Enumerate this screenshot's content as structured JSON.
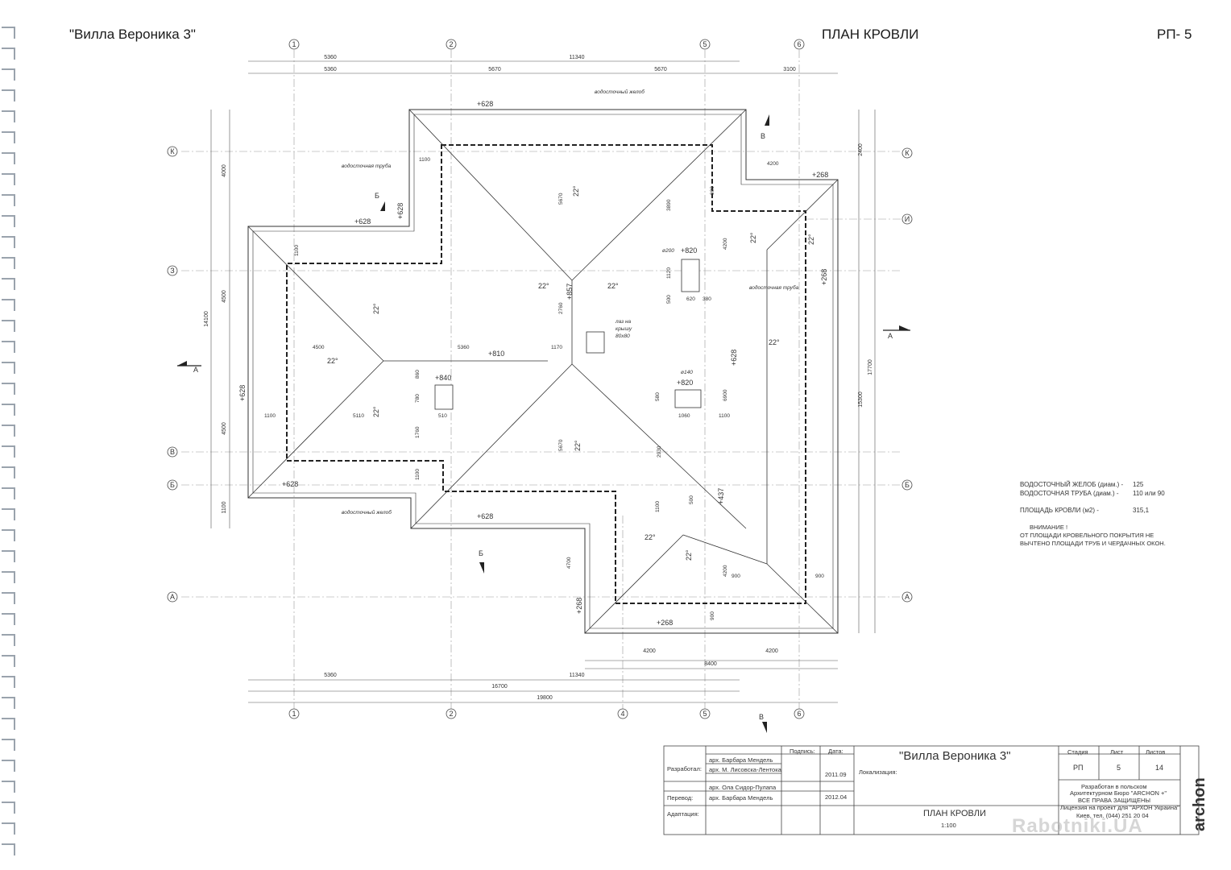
{
  "header": {
    "project_title": "\"Вилла Вероника 3\"",
    "sheet_name": "ПЛАН КРОВЛИ",
    "sheet_code": "РП- 5"
  },
  "axes": {
    "top": [
      "1",
      "2",
      "5",
      "6"
    ],
    "bottom": [
      "1",
      "2",
      "4",
      "5",
      "6"
    ],
    "left": [
      "К",
      "З",
      "В",
      "Б",
      "А"
    ],
    "right": [
      "К",
      "И",
      "Б",
      "А"
    ]
  },
  "dimensions": {
    "top_row1": [
      "5360",
      "11340"
    ],
    "top_row2": [
      "5360",
      "5670",
      "5670",
      "3100"
    ],
    "bottom_row1": [
      "4200",
      "4200"
    ],
    "bottom_row2": "8400",
    "bottom_row3": [
      "5360",
      "11340"
    ],
    "bottom_row4": "16700",
    "bottom_row5": "19800",
    "left_outer": "14100",
    "left_inner": [
      "4000",
      "4500",
      "4500",
      "1100"
    ],
    "right_outer": "17700",
    "right_inner": [
      "2400",
      "15300"
    ],
    "inner": [
      "1100",
      "1100",
      "1100",
      "1100",
      "900",
      "900",
      "900",
      "900",
      "4200",
      "4500",
      "5360",
      "5110",
      "1170",
      "2760",
      "3890",
      "5670",
      "5670",
      "2930",
      "4200",
      "6900",
      "4200",
      "4700",
      "1760",
      "780",
      "860",
      "510",
      "1060",
      "620",
      "380",
      "500",
      "580",
      "1120",
      "500",
      "1100",
      "1100"
    ]
  },
  "elevations": [
    "+628",
    "+628",
    "+628",
    "+628",
    "+628",
    "+628",
    "+268",
    "+268",
    "+268",
    "+268",
    "+820",
    "+820",
    "+840",
    "+810",
    "+857",
    "+437",
    "+628"
  ],
  "slopes": [
    "22°",
    "22°",
    "22°",
    "22°",
    "22°",
    "22°",
    "22°",
    "22°",
    "22°",
    "22°",
    "22°",
    "22°"
  ],
  "annotations": {
    "gutter_top": "водосточный желоб",
    "gutter_bottom": "водосточный желоб",
    "downpipe_left": "водосточная труба",
    "downpipe_right": "водосточная труба",
    "roof_access": [
      "лаз на",
      "крышу",
      "80x80"
    ],
    "pipe_200": "ø200",
    "pipe_140": "ø140",
    "section_A": "А",
    "section_B_soft": "Б",
    "section_V": "В"
  },
  "notes": {
    "gutter_label": "ВОДОСТОЧНЫЙ ЖЕЛОБ (диам.) -",
    "gutter_value": "125",
    "pipe_label": "ВОДОСТОЧНАЯ ТРУБА (диам.) -",
    "pipe_value": "110 или 90",
    "area_label": "ПЛОЩАДЬ КРОВЛИ (м2) -",
    "area_value": "315,1",
    "warning_title": "ВНИМАНИЕ !",
    "warning_line1": "ОТ ПЛОЩАДИ КРОВЕЛЬНОГО ПОКРЫТИЯ НЕ",
    "warning_line2": "ВЫЧТЕНО ПЛОЩАДИ ТРУБ И ЧЕРДАЧНЫХ ОКОН."
  },
  "title_block": {
    "signature_header": "Подпись:",
    "date_header": "Дата:",
    "developed_label": "Разработал:",
    "translation_label": "Перевод:",
    "adaptation_label": "Адаптация:",
    "architect1": "арх. Барбара Мендель",
    "architect2": "арх. М. Лисовска-Лентока",
    "architect3": "арх. Ола Сидор-Пулапа",
    "translator": "арх. Барбара Мендель",
    "date1": "2011.09",
    "date2": "2012.04",
    "project_title": "\"Вилла Вероника 3\"",
    "localization_label": "Локализация:",
    "stage_header": "Стадия",
    "sheet_header": "Лист",
    "sheets_header": "Листов",
    "stage": "РП",
    "sheet": "5",
    "sheets": "14",
    "developed_by_line1": "Разработан в польском",
    "developed_by_line2": "Архитектурном Бюро \"ARCHON +\"",
    "rights": "ВСЕ ПРАВА ЗАЩИЩЕНЫ",
    "license": "Лицензия на проект для \"АРХОН Украина\"",
    "contact": "Киев, тел. (044) 251 20 04",
    "drawing_name": "ПЛАН КРОВЛИ",
    "scale": "1:100",
    "brand": "archon"
  },
  "watermark": "Rabotniki.UA"
}
